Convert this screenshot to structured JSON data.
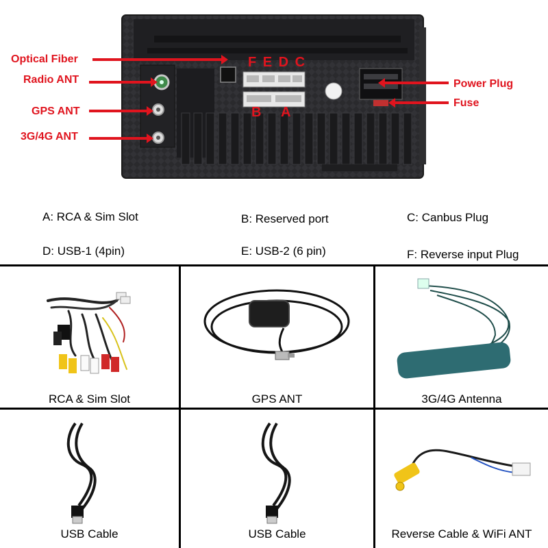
{
  "callouts": {
    "optical_fiber": "Optical Fiber",
    "radio_ant": "Radio ANT",
    "gps_ant": "GPS ANT",
    "ant_3g4g": "3G/4G ANT",
    "power_plug": "Power Plug",
    "fuse": "Fuse"
  },
  "port_letters": {
    "top_row": "F E D C",
    "bottom_b": "B",
    "bottom_a": "A"
  },
  "legend": {
    "a": "A: RCA & Sim Slot",
    "b": "B: Reserved port",
    "c": "C: Canbus Plug",
    "d": "D: USB-1 (4pin)",
    "e": "E: USB-2 (6 pin)",
    "f": "F: Reverse input Plug"
  },
  "accessories": [
    {
      "caption": "RCA & Sim Slot",
      "icon": "rca-cable-icon"
    },
    {
      "caption": "GPS ANT",
      "icon": "gps-antenna-icon"
    },
    {
      "caption": "3G/4G Antenna",
      "icon": "4g-antenna-icon"
    },
    {
      "caption": "USB Cable",
      "icon": "usb-cable-icon"
    },
    {
      "caption": "USB Cable",
      "icon": "usb-cable-icon"
    },
    {
      "caption": "Reverse Cable & WiFi ANT",
      "icon": "reverse-cable-icon"
    }
  ],
  "colors": {
    "callout_red": "#e0141e",
    "device_body": "#2b2b2e",
    "grid_line": "#000000"
  }
}
